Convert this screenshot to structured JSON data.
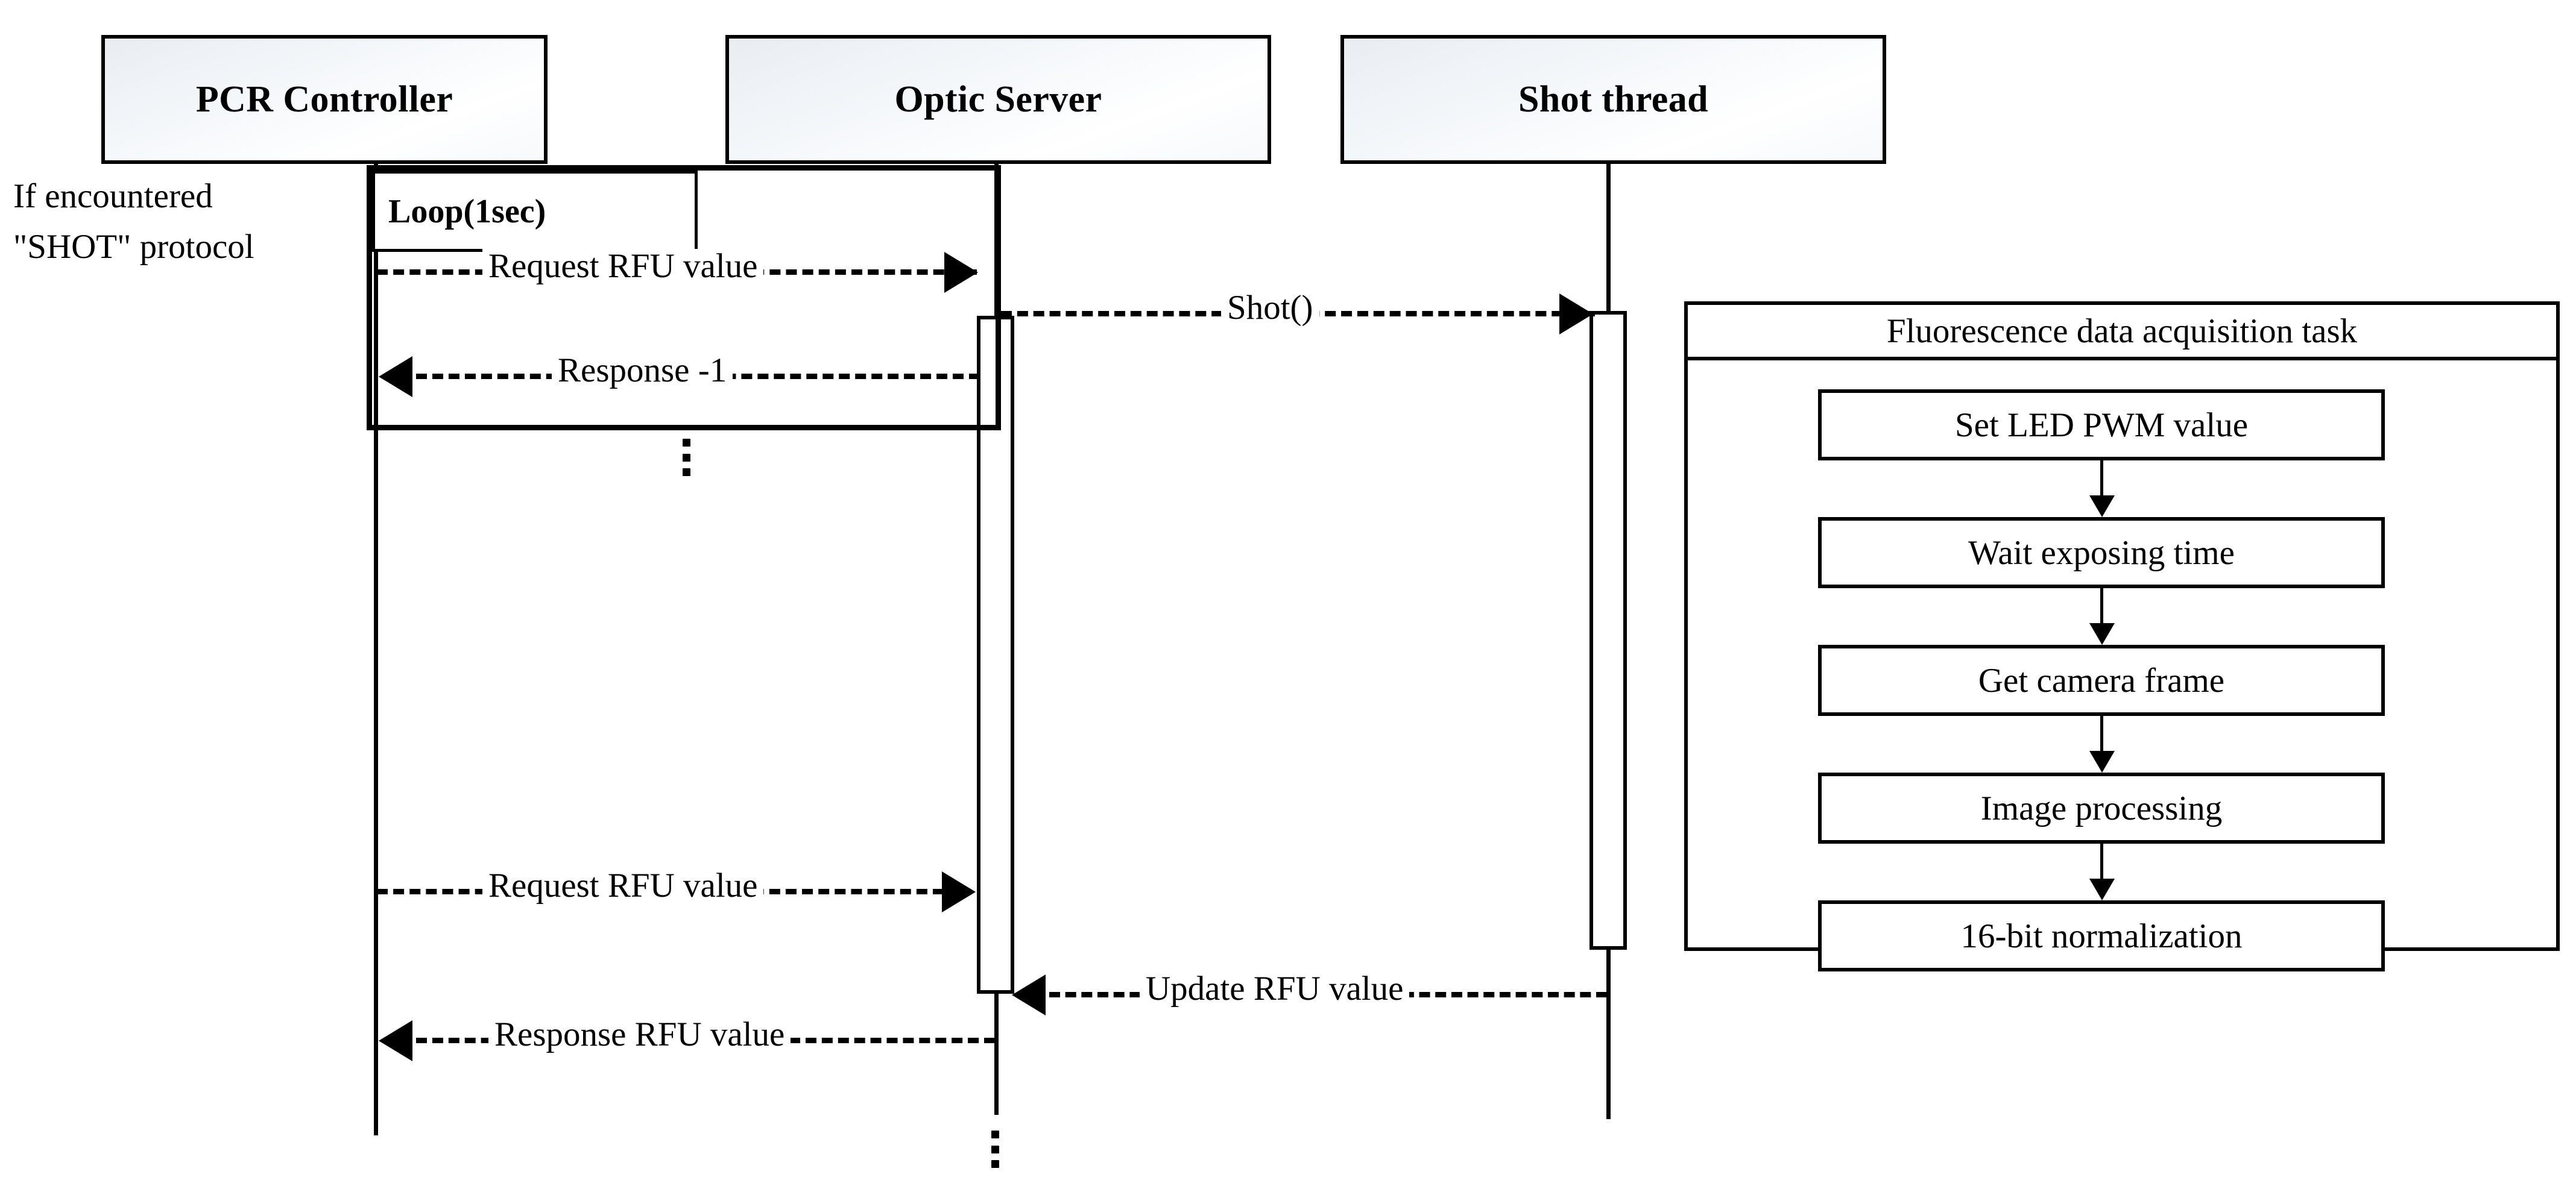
{
  "diagram": {
    "type": "uml-sequence-diagram",
    "title": "PCR fluorescence acquisition sequence"
  },
  "lifelines": [
    {
      "name": "pcr-controller",
      "label": "PCR Controller"
    },
    {
      "name": "optic-server",
      "label": "Optic Server"
    },
    {
      "name": "shot-thread",
      "label": "Shot thread"
    }
  ],
  "annotation": {
    "line1": "If encountered",
    "line2": "\"SHOT\" protocol"
  },
  "fragment": {
    "label": "Loop(1sec)"
  },
  "messages": [
    {
      "name": "request-rfu-value-1",
      "label": "Request RFU value",
      "direction": "right",
      "style": "dashed"
    },
    {
      "name": "shot-call",
      "label": "Shot()",
      "direction": "right",
      "style": "dashed"
    },
    {
      "name": "response-minus-one",
      "label": "Response -1",
      "direction": "left",
      "style": "dashed"
    },
    {
      "name": "request-rfu-value-2",
      "label": "Request RFU value",
      "direction": "right",
      "style": "dashed"
    },
    {
      "name": "update-rfu-value",
      "label": "Update RFU value",
      "direction": "left",
      "style": "dashed"
    },
    {
      "name": "response-rfu-value",
      "label": "Response RFU value",
      "direction": "left",
      "style": "dashed"
    }
  ],
  "task": {
    "title": "Fluorescence data acquisition task",
    "steps": [
      {
        "name": "set-led-pwm-value",
        "label": "Set LED PWM value"
      },
      {
        "name": "wait-exposing-time",
        "label": "Wait exposing time"
      },
      {
        "name": "get-camera-frame",
        "label": "Get camera frame"
      },
      {
        "name": "image-processing",
        "label": "Image processing"
      },
      {
        "name": "16-bit-normalization",
        "label": "16-bit normalization"
      }
    ]
  },
  "ellipsis": {
    "glyph": "vertical-dots",
    "count": 3
  },
  "colors": {
    "stroke": "#000000",
    "background": "#ffffff",
    "header_gradient_from": "#e9edf2",
    "header_gradient_to": "#ffffff"
  }
}
